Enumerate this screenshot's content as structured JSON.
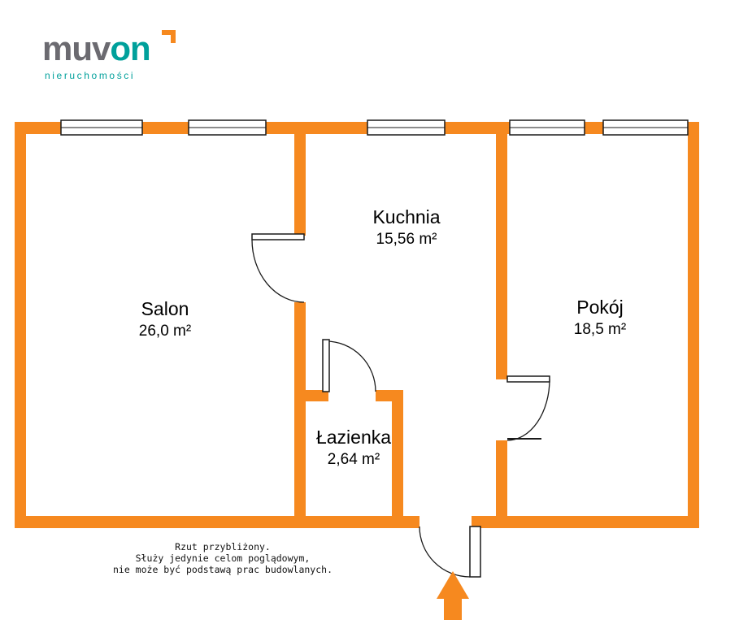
{
  "logo": {
    "brand_muv": "muv",
    "brand_on": "on",
    "tagline": "nieruchomości"
  },
  "colors": {
    "wall": "#F6891F",
    "teal": "#00A09B",
    "gray": "#6B6A70"
  },
  "floorplan": {
    "rooms": [
      {
        "name": "Salon",
        "area": "26,0 m²"
      },
      {
        "name": "Kuchnia",
        "area": "15,56 m²"
      },
      {
        "name": "Pokój",
        "area": "18,5 m²"
      },
      {
        "name": "Łazienka",
        "area": "2,64 m²"
      }
    ],
    "disclaimer": [
      "Rzut przybliżony.",
      "Służy jedynie celom poglądowym,",
      "nie może być podstawą prac budowlanych."
    ]
  }
}
